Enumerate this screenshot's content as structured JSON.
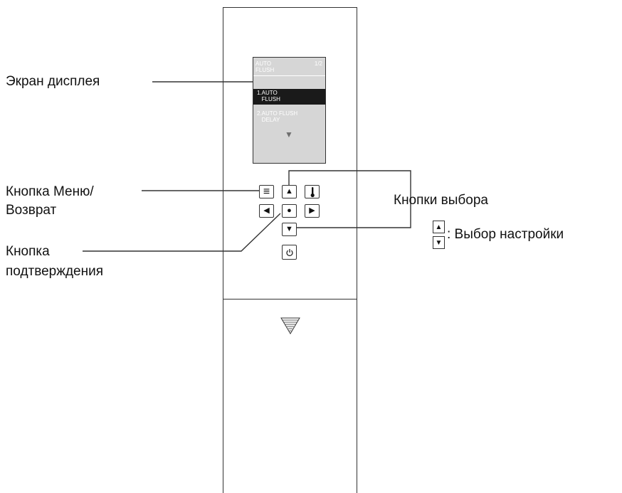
{
  "screen": {
    "title": "AUTO\nFLUSH",
    "page": "1/2",
    "item1": "1.AUTO\n   FLUSH",
    "item2": "2.AUTO FLUSH\n   DELAY"
  },
  "buttons": {
    "menu_glyph": "≡",
    "up_glyph": "▲",
    "temp_glyph": "🌡",
    "left_glyph": "◀",
    "confirm_glyph": "●",
    "right_glyph": "▶",
    "down_glyph": "▼",
    "power_glyph": "⏻"
  },
  "labels": {
    "display_screen": "Экран дисплея",
    "menu_return_line1": "Кнопка Меню/",
    "menu_return_line2": "Возврат",
    "confirm_line1": "Кнопка",
    "confirm_line2": "подтверждения",
    "select_buttons": "Кнопки выбора",
    "select_setting": ": Выбор настройки"
  },
  "icons": {
    "menu": "menu-icon",
    "up": "up-arrow-icon",
    "temperature": "thermometer-icon",
    "left": "left-arrow-icon",
    "confirm": "dot-icon",
    "right": "right-arrow-icon",
    "down": "down-arrow-icon",
    "power": "power-icon",
    "slide_down": "slide-down-icon"
  }
}
